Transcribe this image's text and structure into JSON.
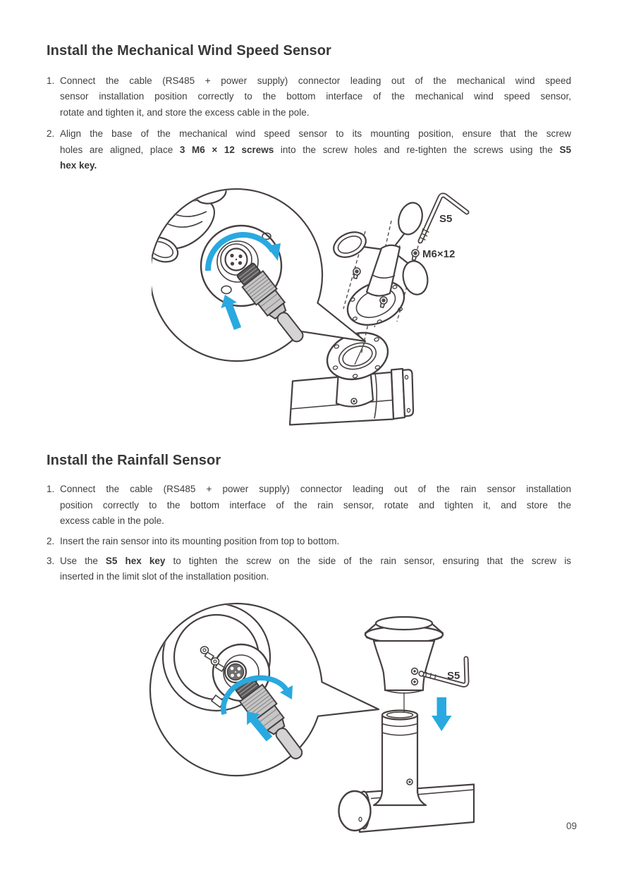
{
  "page": {
    "number": "09"
  },
  "colors": {
    "accent_blue": "#29a9e0",
    "line_art": "#474040",
    "heading_text": "#3a383a",
    "body_text": "#403e3f"
  },
  "sections": [
    {
      "title": "Install the Mechanical Wind Speed Sensor",
      "steps": [
        {
          "num": "1.",
          "lines": [
            [
              {
                "t": "Connect the cable (RS485 + power supply) connector leading out of the mechanical wind speed"
              }
            ],
            [
              {
                "t": "sensor installation position correctly to the bottom interface of the mechanical wind speed sensor,"
              }
            ],
            [
              {
                "t": "rotate and tighten it, and store the excess cable in the pole."
              }
            ]
          ]
        },
        {
          "num": "2.",
          "lines": [
            [
              {
                "t": "Align the base of the mechanical wind speed sensor to its mounting position, ensure that the screw"
              }
            ],
            [
              {
                "t": "holes are aligned, place "
              },
              {
                "t": "3 M6 × 12 screws",
                "b": true
              },
              {
                "t": " into the screw holes and re-tighten the screws using the "
              },
              {
                "t": "S5",
                "b": true
              }
            ],
            [
              {
                "t": "hex key.",
                "b": true
              }
            ]
          ]
        }
      ],
      "diagram": {
        "hex_key_label": "S5",
        "screw_label": "M6×12"
      }
    },
    {
      "title": "Install the Rainfall Sensor",
      "steps": [
        {
          "num": "1.",
          "lines": [
            [
              {
                "t": "Connect the cable (RS485 + power supply) connector leading out of the rain sensor installation"
              }
            ],
            [
              {
                "t": "position correctly to the bottom interface of the rain sensor, rotate and tighten it, and store the"
              }
            ],
            [
              {
                "t": "excess cable in the pole."
              }
            ]
          ]
        },
        {
          "num": "2.",
          "lines": [
            [
              {
                "t": "Insert the rain sensor into its mounting position from top to bottom."
              }
            ]
          ]
        },
        {
          "num": "3.",
          "lines": [
            [
              {
                "t": "Use the "
              },
              {
                "t": "S5 hex key",
                "b": true
              },
              {
                "t": " to tighten the screw on the side of the rain sensor, ensuring that the screw is"
              }
            ],
            [
              {
                "t": "inserted in the limit slot of the installation position."
              }
            ]
          ]
        }
      ],
      "diagram": {
        "hex_key_label": "S5"
      }
    }
  ]
}
